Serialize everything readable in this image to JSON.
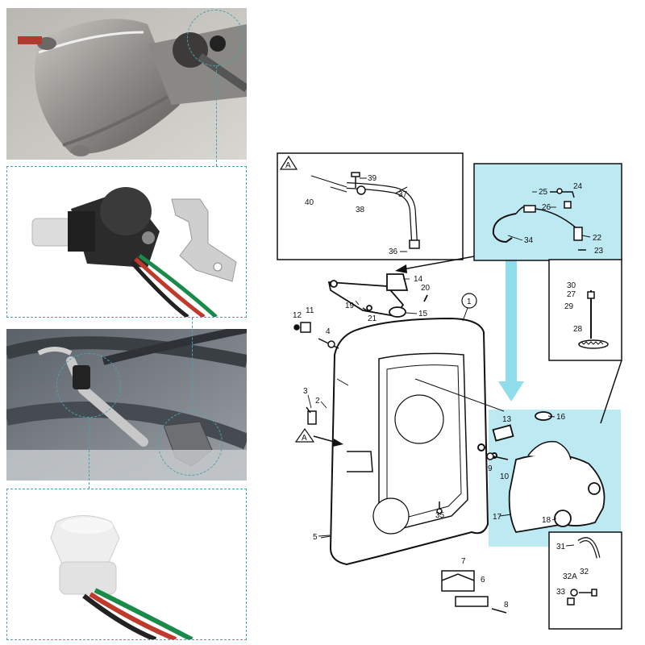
{
  "colors": {
    "teal": "#4aa3ad",
    "cyan_panel": "#bde9f2",
    "cyan_arrow": "#8fdceb",
    "line": "#111111"
  },
  "diagram": {
    "callout_a_label": "A",
    "assembly_ref": "1",
    "part_labels": {
      "p2": "2",
      "p3": "3",
      "p4": "4",
      "p5": "5",
      "p6": "6",
      "p7": "7",
      "p8": "8",
      "p9": "9",
      "p10": "10",
      "p11": "11",
      "p12": "12",
      "p13": "13",
      "p14": "14",
      "p15": "15",
      "p16": "16",
      "p17": "17",
      "p18": "18",
      "p19": "19",
      "p20": "20",
      "p21": "21",
      "p22": "22",
      "p23": "23",
      "p24": "24",
      "p25": "25",
      "p26": "26",
      "p27": "27",
      "p28": "28",
      "p29": "29",
      "p30": "30",
      "p31": "31",
      "p32": "32",
      "p32a": "32A",
      "p33": "33",
      "p34": "34",
      "p35": "35",
      "p36": "36",
      "p37": "37",
      "p38": "38",
      "p39": "39",
      "p40": "40"
    }
  }
}
